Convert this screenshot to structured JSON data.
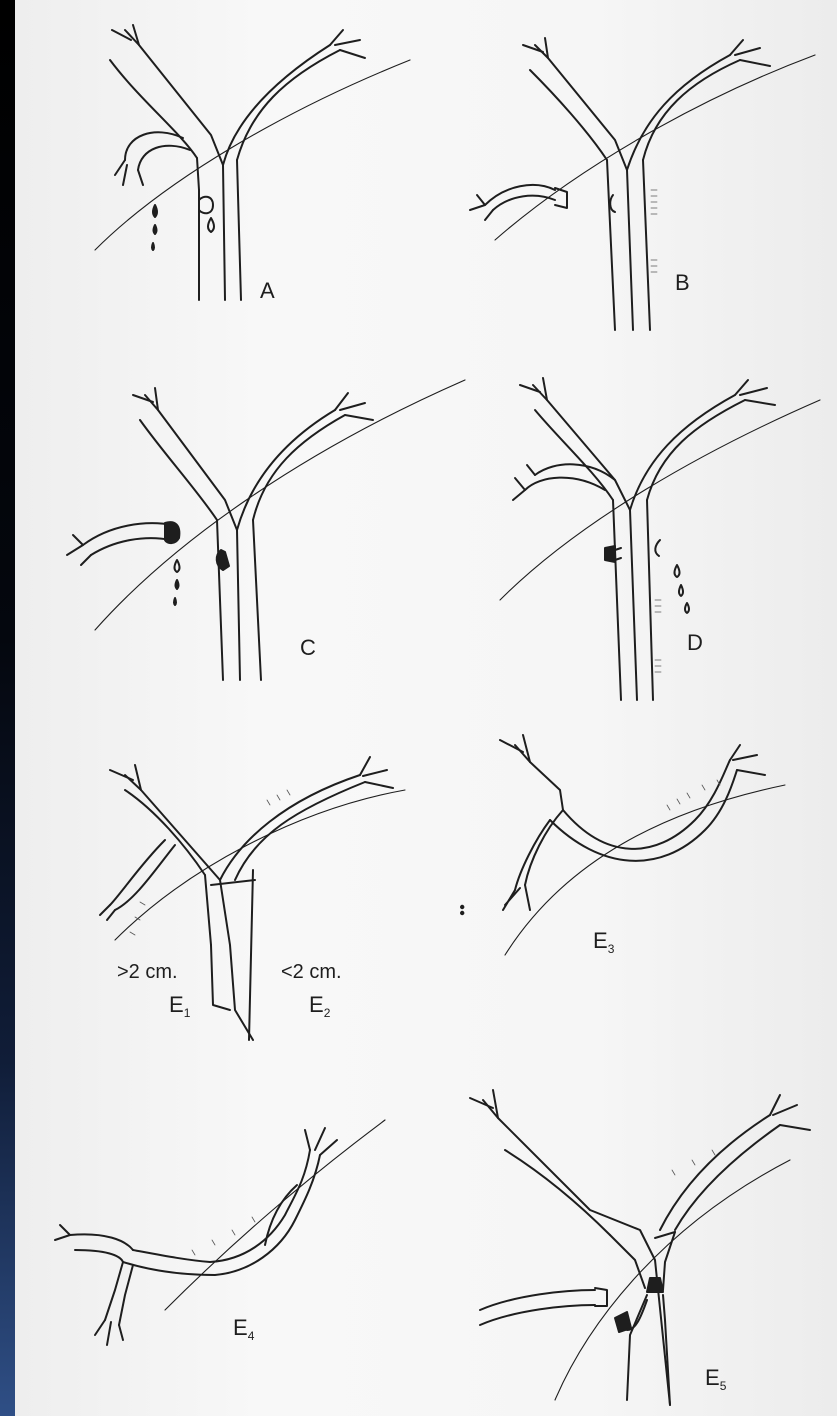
{
  "panels": {
    "A": {
      "label": "A"
    },
    "B": {
      "label": "B"
    },
    "C": {
      "label": "C"
    },
    "D": {
      "label": "D"
    },
    "E12": {
      "left_measure": ">2 cm.",
      "right_measure": "<2 cm.",
      "left_label": "E",
      "left_sub": "1",
      "right_label": "E",
      "right_sub": "2"
    },
    "E3": {
      "label": "E",
      "sub": "3"
    },
    "E4": {
      "label": "E",
      "sub": "4"
    },
    "E5": {
      "label": "E",
      "sub": "5"
    }
  },
  "colors": {
    "ink": "#1e1e1e",
    "paper": "#f5f5f5",
    "slide_gradient_bottom": "#2f4f86"
  }
}
